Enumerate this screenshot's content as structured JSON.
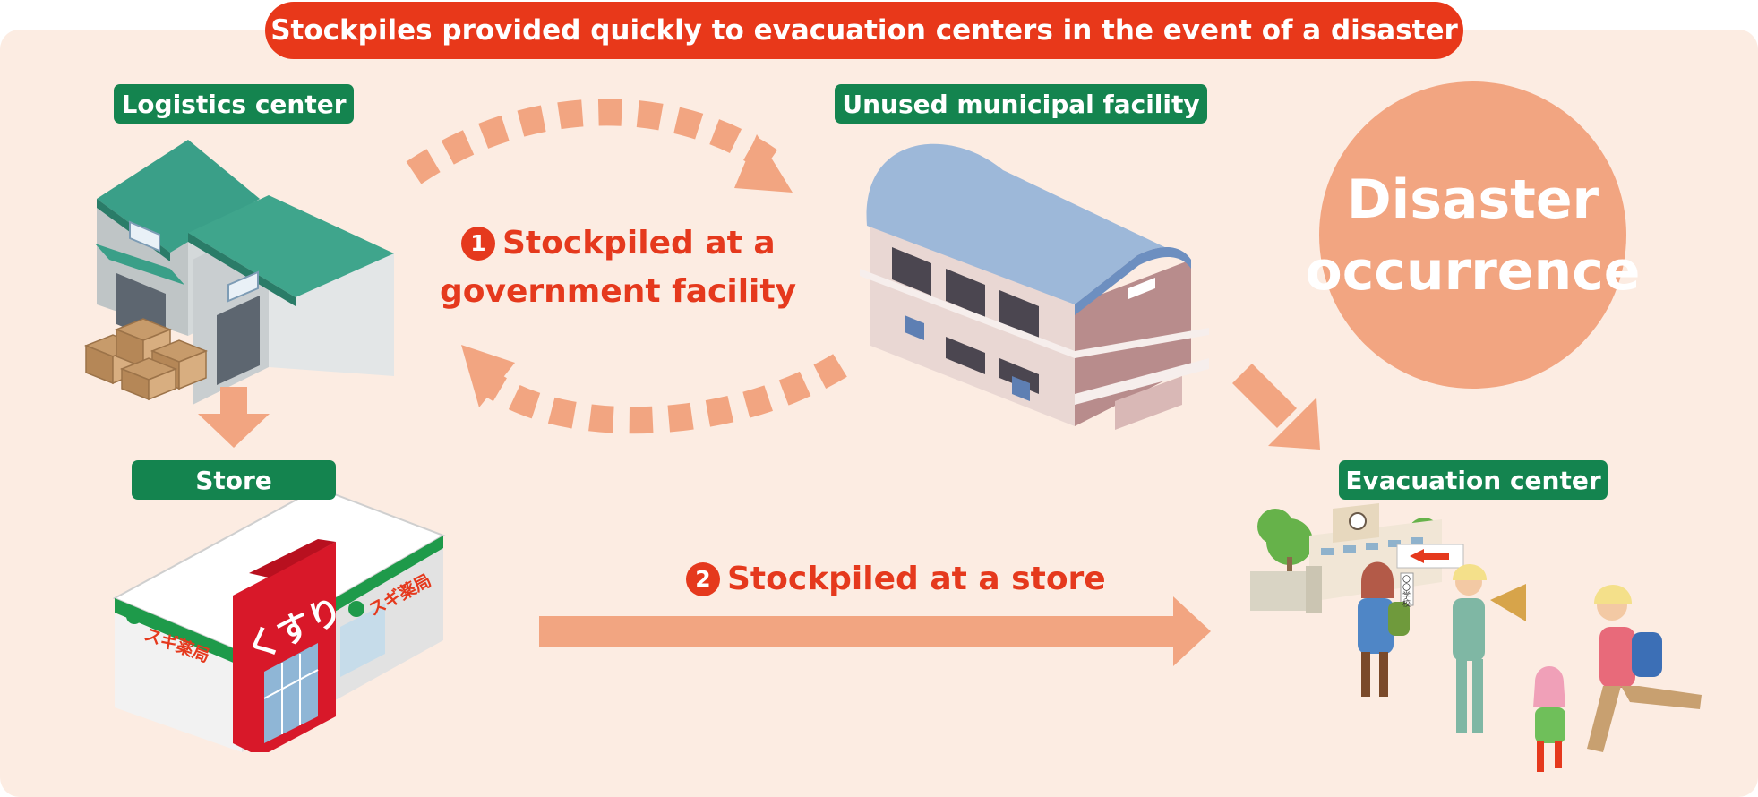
{
  "banner": "Stockpiles provided quickly to evacuation centers in the event of a disaster",
  "labels": {
    "logistics": "Logistics center",
    "municipal": "Unused municipal facility",
    "store": "Store",
    "evacuation": "Evacuation center"
  },
  "route1": {
    "number": "1",
    "line1": "Stockpiled at a",
    "line2": "government facility"
  },
  "route2": {
    "number": "2",
    "text": "Stockpiled at a store"
  },
  "disaster": {
    "line1": "Disaster",
    "line2": "occurrence"
  },
  "store_sign": {
    "main": "くすり",
    "brand": "スギ薬局"
  },
  "school_sign": "〇〇学校",
  "colors": {
    "accent_red": "#e5391d",
    "label_green": "#14844f",
    "arrow": "#f2a581",
    "background": "#fcece2"
  }
}
